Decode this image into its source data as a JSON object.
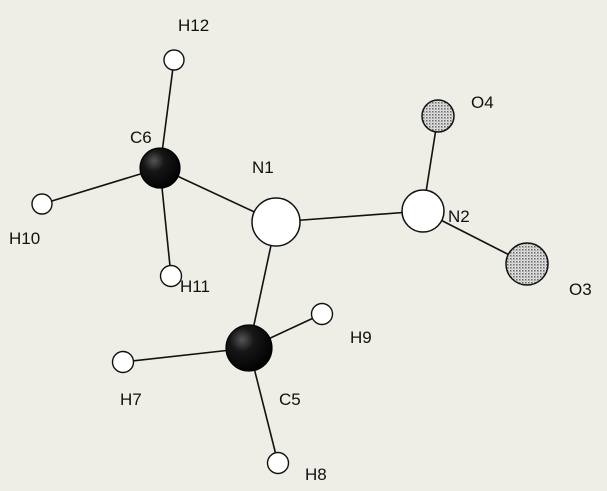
{
  "atoms": [
    {
      "id": "H12",
      "label": "H12",
      "element": "H"
    },
    {
      "id": "C6",
      "label": "C6",
      "element": "C"
    },
    {
      "id": "N1",
      "label": "N1",
      "element": "N"
    },
    {
      "id": "O4",
      "label": "O4",
      "element": "O"
    },
    {
      "id": "N2",
      "label": "N2",
      "element": "N"
    },
    {
      "id": "O3",
      "label": "O3",
      "element": "O"
    },
    {
      "id": "H10",
      "label": "H10",
      "element": "H"
    },
    {
      "id": "H11",
      "label": "H11",
      "element": "H"
    },
    {
      "id": "H9",
      "label": "H9",
      "element": "H"
    },
    {
      "id": "H7",
      "label": "H7",
      "element": "H"
    },
    {
      "id": "C5",
      "label": "C5",
      "element": "C"
    },
    {
      "id": "H8",
      "label": "H8",
      "element": "H"
    }
  ],
  "bonds": [
    [
      "C6",
      "H12"
    ],
    [
      "C6",
      "H10"
    ],
    [
      "C6",
      "H11"
    ],
    [
      "C6",
      "N1"
    ],
    [
      "N1",
      "N2"
    ],
    [
      "N1",
      "C5"
    ],
    [
      "N2",
      "O4"
    ],
    [
      "N2",
      "O3"
    ],
    [
      "C5",
      "H7"
    ],
    [
      "C5",
      "H9"
    ],
    [
      "C5",
      "H8"
    ]
  ]
}
